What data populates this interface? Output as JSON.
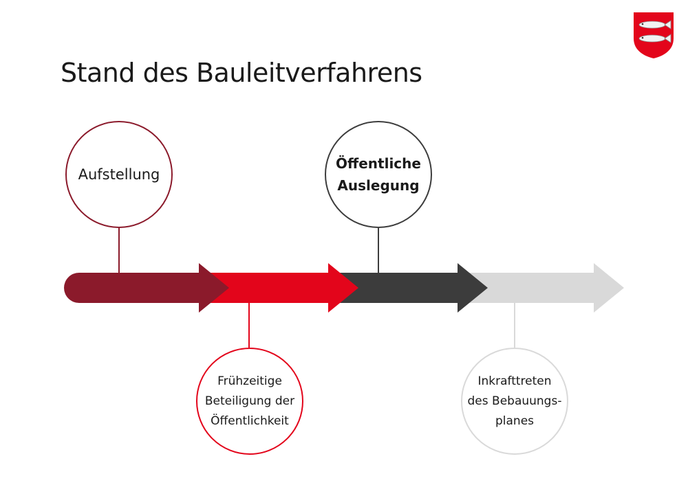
{
  "title": "Stand des Bauleitverfahrens",
  "colors": {
    "phase1": "#8b1a2b",
    "phase2": "#e3051b",
    "phase3": "#3c3c3c",
    "phase4": "#d9d9d9"
  },
  "steps": [
    {
      "label": "Aufstellung"
    },
    {
      "label": "Frühzeitige Beteiligung der Öffentlichkeit"
    },
    {
      "label": "Öffentliche Auslegung"
    },
    {
      "label": "Inkrafttreten des Bebauungs-planes"
    }
  ],
  "crest_icon": "coat-of-arms-two-fish-icon"
}
